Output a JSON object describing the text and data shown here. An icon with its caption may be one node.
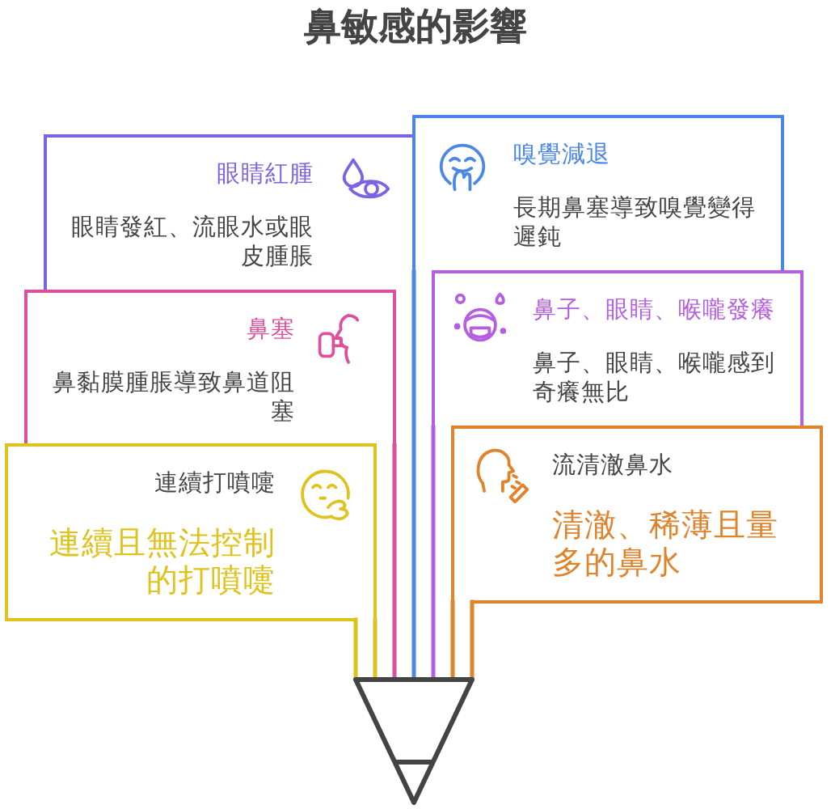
{
  "diagram": {
    "title": "鼻敏感的影響",
    "nodes": [
      {
        "text": [
          "眼睛紅腫",
          "眼睛發紅、流眼水或眼皮腫脹"
        ]
      },
      {
        "text": [
          "嗅覺減退",
          "長期鼻塞導致嗅覺變得遲鈍"
        ]
      },
      {
        "text": [
          "鼻塞",
          "鼻黏膜腫脹導致鼻道阻塞"
        ]
      },
      {
        "text": [
          "鼻子、眼睛、喉嚨發癢",
          "鼻子、眼睛、喉嚨感到奇癢無比"
        ]
      },
      {
        "text": [
          "連續打噴嚏",
          "連續且無法控制的打噴嚏"
        ]
      },
      {
        "text": [
          "流清澈鼻水",
          "清澈、稀薄且量多的鼻水"
        ]
      },
      {
        "text": [],
        "shape": "funnel"
      }
    ],
    "edges": [
      {
        "from": 0,
        "to": 6,
        "arrow": "none"
      },
      {
        "from": 1,
        "to": 6,
        "arrow": "none",
        "color": "#4a87e8"
      },
      {
        "from": 2,
        "to": 6,
        "arrow": "none",
        "color": "#dc509c"
      },
      {
        "from": 3,
        "to": 6,
        "arrow": "none",
        "color": "#b55ee3"
      },
      {
        "from": 4,
        "to": 6,
        "arrow": "none",
        "color": "#e0c21d"
      },
      {
        "from": 5,
        "to": 6,
        "arrow": "none",
        "color": "#e0832b"
      }
    ]
  }
}
